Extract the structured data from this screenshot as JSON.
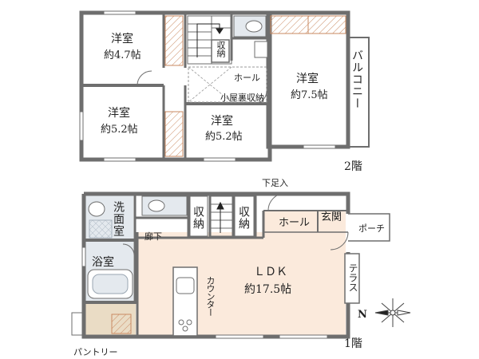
{
  "floor2": {
    "level_label": "2階",
    "rooms": {
      "western_a": {
        "name": "洋室",
        "size": "約4.7帖"
      },
      "western_b": {
        "name": "洋室",
        "size": "約5.2帖"
      },
      "western_c": {
        "name": "洋室",
        "size": "約5.2帖"
      },
      "western_d": {
        "name": "洋室",
        "size": "約7.5帖"
      }
    },
    "storage": "収納",
    "hall": "ホール",
    "attic_storage": "小屋裏収納",
    "balcony": "バルコニー"
  },
  "floor1": {
    "level_label": "1階",
    "washroom": "洗面室",
    "bathroom": "浴室",
    "corridor": "廊下",
    "storage_a": "収納",
    "storage_b": "収納",
    "hall": "ホール",
    "entrance": "玄関",
    "porch": "ポーチ",
    "footrest": "下足入",
    "ldk": {
      "name": "ＬＤＫ",
      "size": "約17.5帖"
    },
    "counter": "カウンター",
    "terrace": "テラス",
    "pantry": "パントリー"
  },
  "compass": {
    "north": "N"
  },
  "colors": {
    "wall": "#6e6e6e",
    "ldk_floor": "#fbeadc",
    "wet_floor": "#e4e9ee",
    "pantry_floor": "#eadcc5",
    "closet_hatch": "#c98a62"
  }
}
